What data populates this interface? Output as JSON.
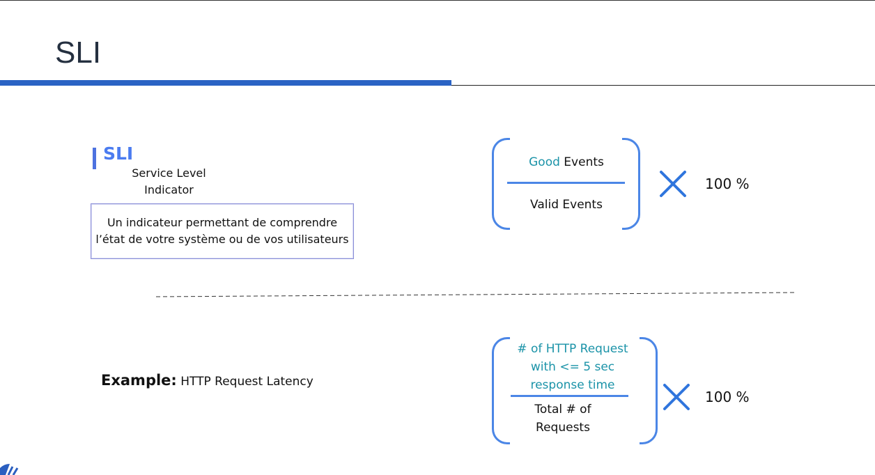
{
  "slide": {
    "title": "SLI"
  },
  "sli_block": {
    "heading": "SLI",
    "subtitle": "Service Level Indicator",
    "definition": "Un indicateur permettant de comprendre l’état de votre système ou de vos utilisateurs"
  },
  "formula_generic": {
    "numerator_highlight": "Good",
    "numerator_rest": " Events",
    "denominator": "Valid Events",
    "multiply_icon": "times-icon",
    "percent": "100 %"
  },
  "example": {
    "label": "Example:",
    "text": " HTTP Request Latency"
  },
  "formula_example": {
    "numerator": "# of HTTP Request with <= 5 sec response time",
    "denominator": "Total # of Requests",
    "multiply_icon": "times-icon",
    "percent": "100 %"
  },
  "colors": {
    "accent_blue": "#2a63c4",
    "bracket_blue": "#4b86e6",
    "highlight_teal": "#1b93a8"
  }
}
